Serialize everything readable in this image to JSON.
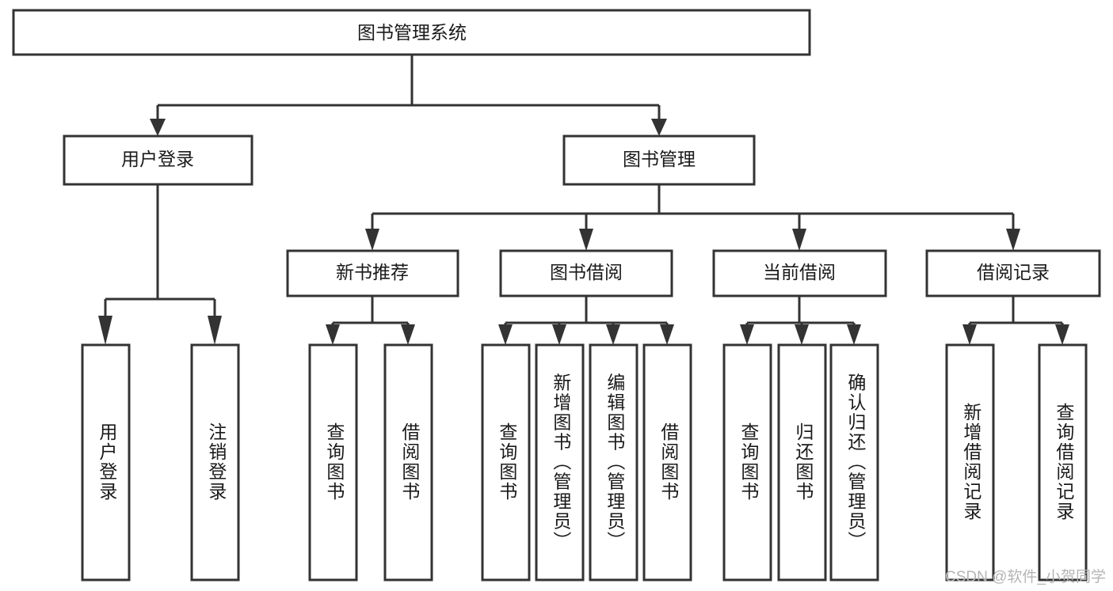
{
  "diagram": {
    "title": "图书管理系统",
    "type": "tree-hierarchy",
    "root": {
      "id": "root",
      "label": "图书管理系统",
      "orientation": "horizontal"
    },
    "level2": [
      {
        "id": "user-login",
        "label": "用户登录",
        "orientation": "horizontal"
      },
      {
        "id": "book-management",
        "label": "图书管理",
        "orientation": "horizontal"
      }
    ],
    "level3": [
      {
        "id": "new-book-recommend",
        "label": "新书推荐",
        "orientation": "horizontal",
        "parent": "book-management"
      },
      {
        "id": "book-borrow",
        "label": "图书借阅",
        "orientation": "horizontal",
        "parent": "book-management"
      },
      {
        "id": "current-borrow",
        "label": "当前借阅",
        "orientation": "horizontal",
        "parent": "book-management"
      },
      {
        "id": "borrow-record",
        "label": "借阅记录",
        "orientation": "horizontal",
        "parent": "book-management"
      }
    ],
    "leaves": [
      {
        "id": "leaf-user-login",
        "label": "用户登录",
        "orientation": "vertical",
        "parent": "user-login"
      },
      {
        "id": "leaf-user-logout",
        "label": "注销登录",
        "orientation": "vertical",
        "parent": "user-login"
      },
      {
        "id": "leaf-query-book-1",
        "label": "查询图书",
        "orientation": "vertical",
        "parent": "new-book-recommend"
      },
      {
        "id": "leaf-borrow-book-1",
        "label": "借阅图书",
        "orientation": "vertical",
        "parent": "new-book-recommend"
      },
      {
        "id": "leaf-query-book-2",
        "label": "查询图书",
        "orientation": "vertical",
        "parent": "book-borrow"
      },
      {
        "id": "leaf-add-book",
        "label": "新增图书（管理员）",
        "orientation": "vertical",
        "parent": "book-borrow"
      },
      {
        "id": "leaf-edit-book",
        "label": "编辑图书（管理员）",
        "orientation": "vertical",
        "parent": "book-borrow"
      },
      {
        "id": "leaf-borrow-book-2",
        "label": "借阅图书",
        "orientation": "vertical",
        "parent": "book-borrow"
      },
      {
        "id": "leaf-query-book-3",
        "label": "查询图书",
        "orientation": "vertical",
        "parent": "current-borrow"
      },
      {
        "id": "leaf-return-book",
        "label": "归还图书",
        "orientation": "vertical",
        "parent": "current-borrow"
      },
      {
        "id": "leaf-confirm-return",
        "label": "确认归还（管理员）",
        "orientation": "vertical",
        "parent": "current-borrow"
      },
      {
        "id": "leaf-add-record",
        "label": "新增借阅记录",
        "orientation": "vertical",
        "parent": "borrow-record"
      },
      {
        "id": "leaf-query-record",
        "label": "查询借阅记录",
        "orientation": "vertical",
        "parent": "borrow-record"
      }
    ],
    "colors": {
      "stroke": "#333333",
      "fill": "#ffffff",
      "text": "#1a1a1a",
      "watermark": "#b5b5b5",
      "background": "#ffffff"
    }
  },
  "watermark": {
    "text": "CSDN @软件_小贺同学"
  }
}
